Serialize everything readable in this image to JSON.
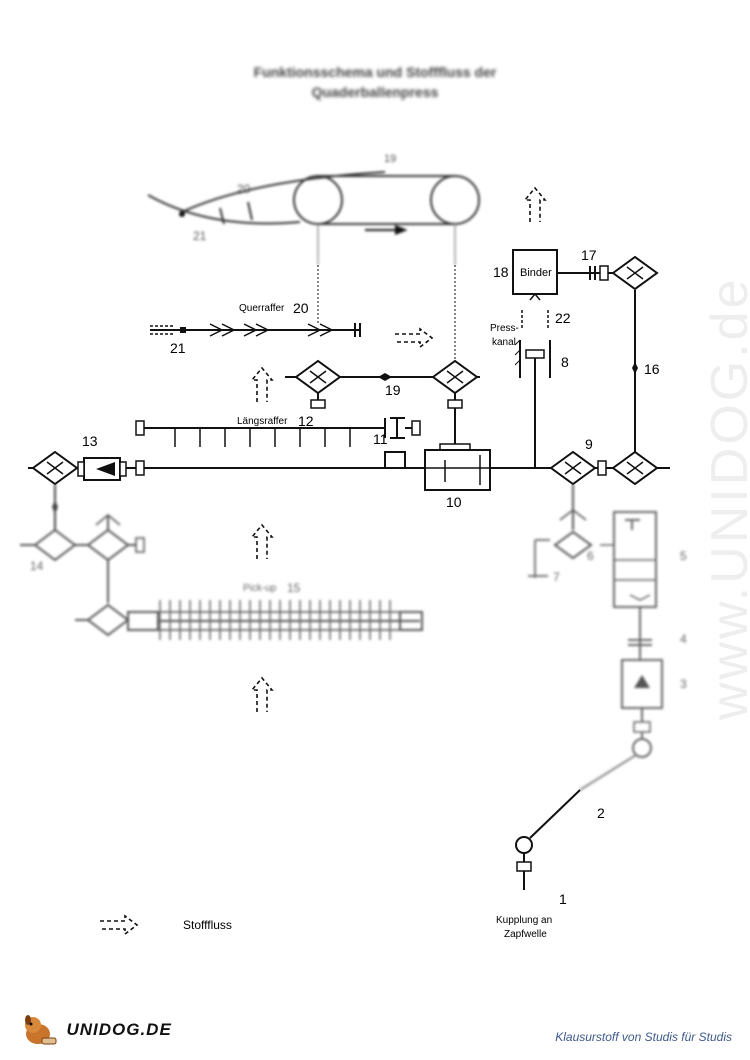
{
  "title_line1": "Funktionsschema und Stofffluss der",
  "title_line2": "Quaderballenpress",
  "labels": {
    "n1": "1",
    "n2": "2",
    "n3": "3",
    "n4": "4",
    "n5": "5",
    "n6": "6",
    "n7": "7",
    "n8": "8",
    "n9": "9",
    "n10": "10",
    "n11": "11",
    "n12": "12",
    "n13": "13",
    "n14": "14",
    "n15": "15",
    "n16": "16",
    "n17": "17",
    "n18": "18",
    "n19": "19",
    "n19b": "19",
    "n20": "20",
    "n20b": "20",
    "n21": "21",
    "n21b": "21",
    "n22": "22"
  },
  "text": {
    "querraffer": "Querraffer",
    "laengsraffer": "Längsraffer",
    "pickup": "Pick-up",
    "binder": "Binder",
    "presskanal_1": "Press-",
    "presskanal_2": "kanal",
    "kupplung_1": "Kupplung an",
    "kupplung_2": "Zapfwelle",
    "stofffluss": "Stofffluss"
  },
  "watermark": "www.UNIDOG.de",
  "footer": {
    "brand": "UNIDOG.DE",
    "tagline": "Klausurstoff von Studis für Studis"
  }
}
